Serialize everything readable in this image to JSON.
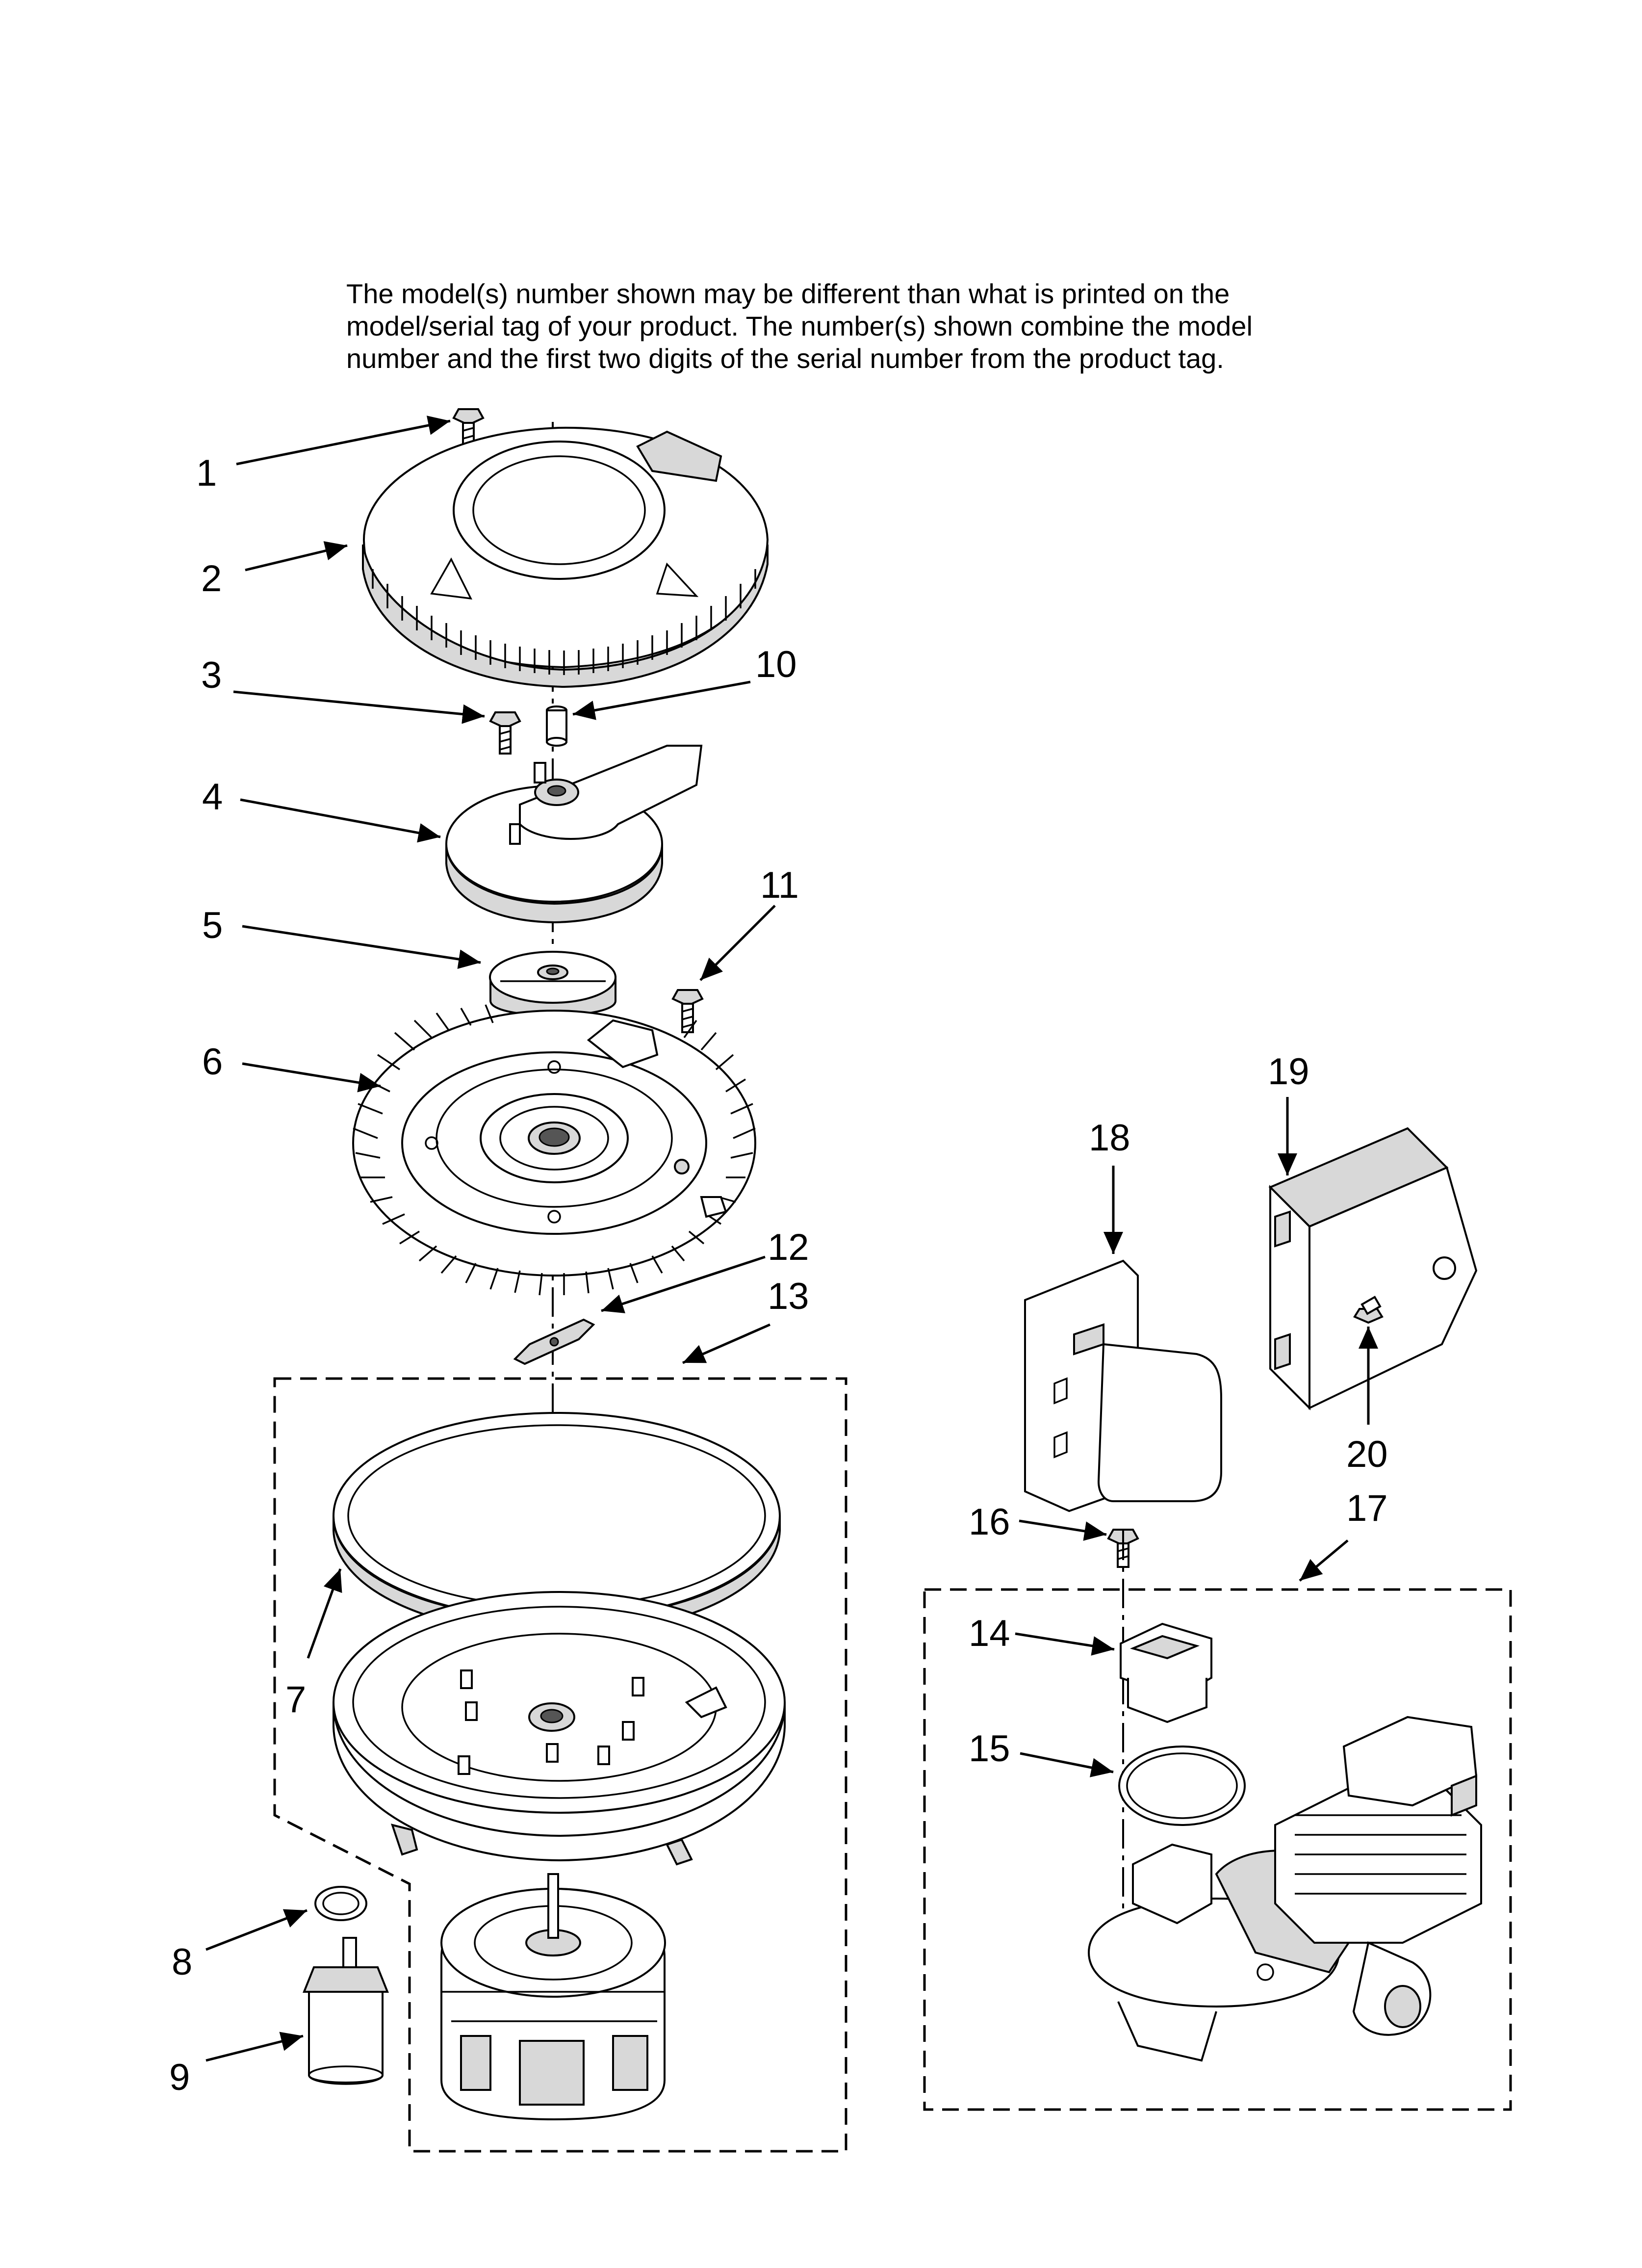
{
  "note": {
    "lines": [
      "The model(s) number shown may be different than what is printed on the",
      "model/serial tag of your product. The number(s) shown combine the model",
      "number and the first two digits of the serial number from the product tag."
    ]
  },
  "callouts": [
    "1",
    "2",
    "3",
    "4",
    "5",
    "6",
    "7",
    "8",
    "9",
    "10",
    "11",
    "12",
    "13",
    "14",
    "15",
    "16",
    "17",
    "18",
    "19",
    "20"
  ]
}
